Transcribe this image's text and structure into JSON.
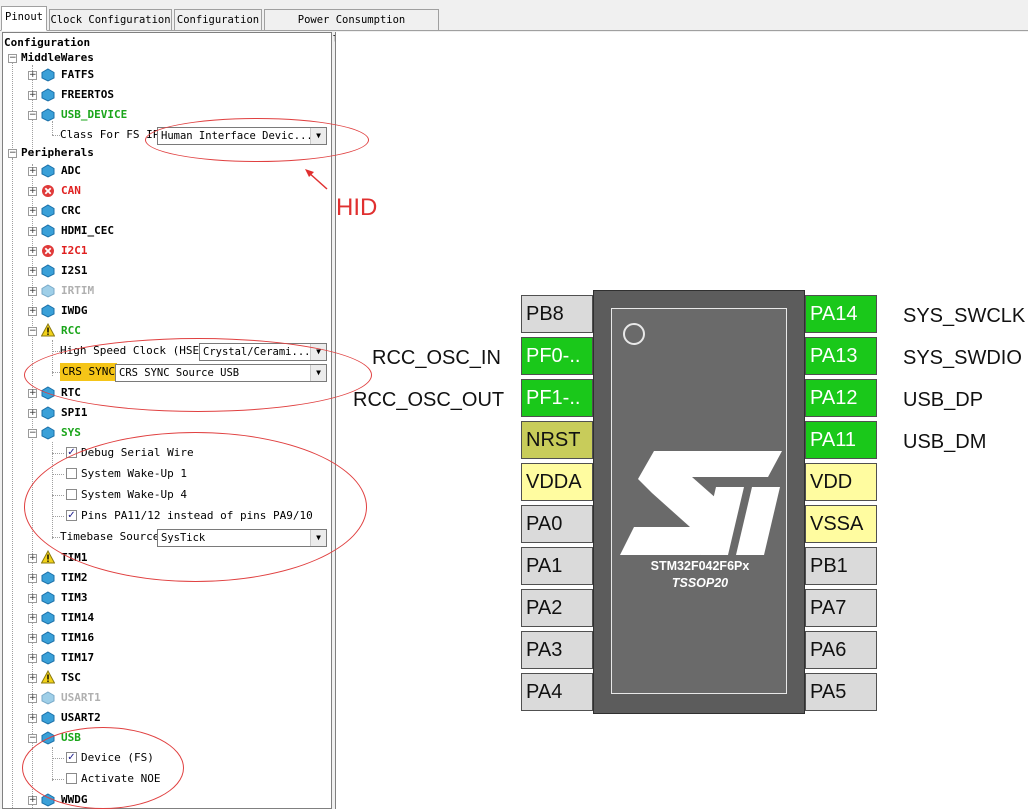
{
  "tabs": [
    "Pinout",
    "Clock Configuration",
    "Configuration",
    "Power Consumption Calculator"
  ],
  "tree": {
    "root": "Configuration",
    "middlewares": {
      "label": "MiddleWares",
      "items": [
        "FATFS",
        "FREERTOS",
        "USB_DEVICE"
      ],
      "class_label": "Class For FS IP",
      "class_value": "Human Interface Devic..."
    },
    "peripherals": {
      "label": "Peripherals",
      "adc": "ADC",
      "can": "CAN",
      "crc": "CRC",
      "hdmi": "HDMI_CEC",
      "i2c1": "I2C1",
      "i2s1": "I2S1",
      "irtim": "IRTIM",
      "iwdg": "IWDG",
      "rcc": "RCC",
      "hse_label": "High Speed Clock (HSE)",
      "hse_value": "Crystal/Cerami...",
      "crs_label": "CRS SYNC",
      "crs_value": "CRS SYNC Source USB",
      "rtc": "RTC",
      "spi1": "SPI1",
      "sys": "SYS",
      "debug": "Debug Serial Wire",
      "wake1": "System Wake-Up 1",
      "wake4": "System Wake-Up 4",
      "pins": "Pins PA11/12 instead of pins PA9/10",
      "timebase_label": "Timebase Source",
      "timebase_value": "SysTick",
      "tim1": "TIM1",
      "tim2": "TIM2",
      "tim3": "TIM3",
      "tim14": "TIM14",
      "tim16": "TIM16",
      "tim17": "TIM17",
      "tsc": "TSC",
      "usart1": "USART1",
      "usart2": "USART2",
      "usb": "USB",
      "device_fs": "Device (FS)",
      "activate_noe": "Activate NOE",
      "wwdg": "WWDG"
    }
  },
  "annotation": {
    "text": "HID",
    "color": "#e03030"
  },
  "chip": {
    "name": "STM32F042F6Px",
    "package": "TSSOP20",
    "left_pins": [
      "PB8",
      "PF0-..",
      "PF1-..",
      "NRST",
      "VDDA",
      "PA0",
      "PA1",
      "PA2",
      "PA3",
      "PA4"
    ],
    "right_pins": [
      "PA14",
      "PA13",
      "PA12",
      "PA11",
      "VDD",
      "VSSA",
      "PB1",
      "PA7",
      "PA6",
      "PA5"
    ],
    "left_labels": {
      "pf0": "RCC_OSC_IN",
      "pf1": "RCC_OSC_OUT"
    },
    "right_labels": {
      "pa14": "SYS_SWCLK",
      "pa13": "SYS_SWDIO",
      "pa12": "USB_DP",
      "pa11": "USB_DM"
    }
  },
  "colors": {
    "pin_green": "#1ac81a",
    "pin_gray": "#dadada",
    "pin_yellow": "#fffca0",
    "pin_olive": "#c8cc5a",
    "chip_body": "#606060"
  }
}
